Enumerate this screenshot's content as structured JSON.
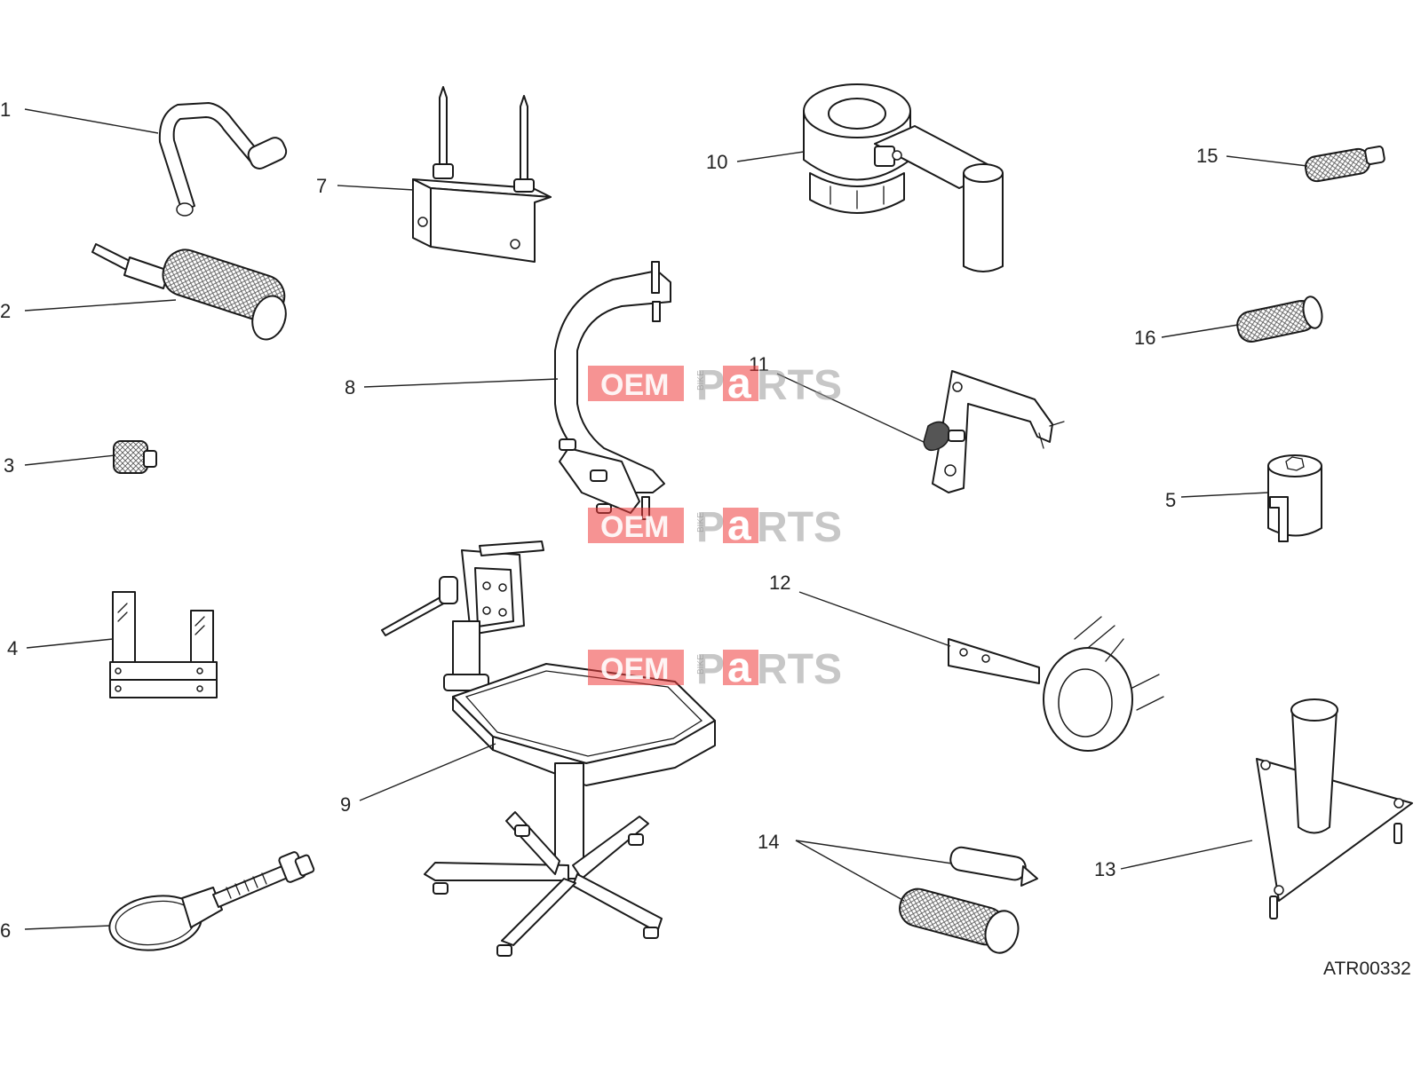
{
  "diagram": {
    "code": "ATR00332",
    "callouts": [
      "1",
      "2",
      "3",
      "4",
      "5",
      "6",
      "7",
      "8",
      "9",
      "10",
      "11",
      "12",
      "13",
      "14",
      "15",
      "16"
    ]
  },
  "watermark": {
    "part1": "OEM",
    "part2": "BIKE",
    "part3": "P",
    "part4": "a",
    "part5": "RTS",
    "colors": {
      "red": "#ee3b3b",
      "grey": "#9a9a9a"
    }
  }
}
